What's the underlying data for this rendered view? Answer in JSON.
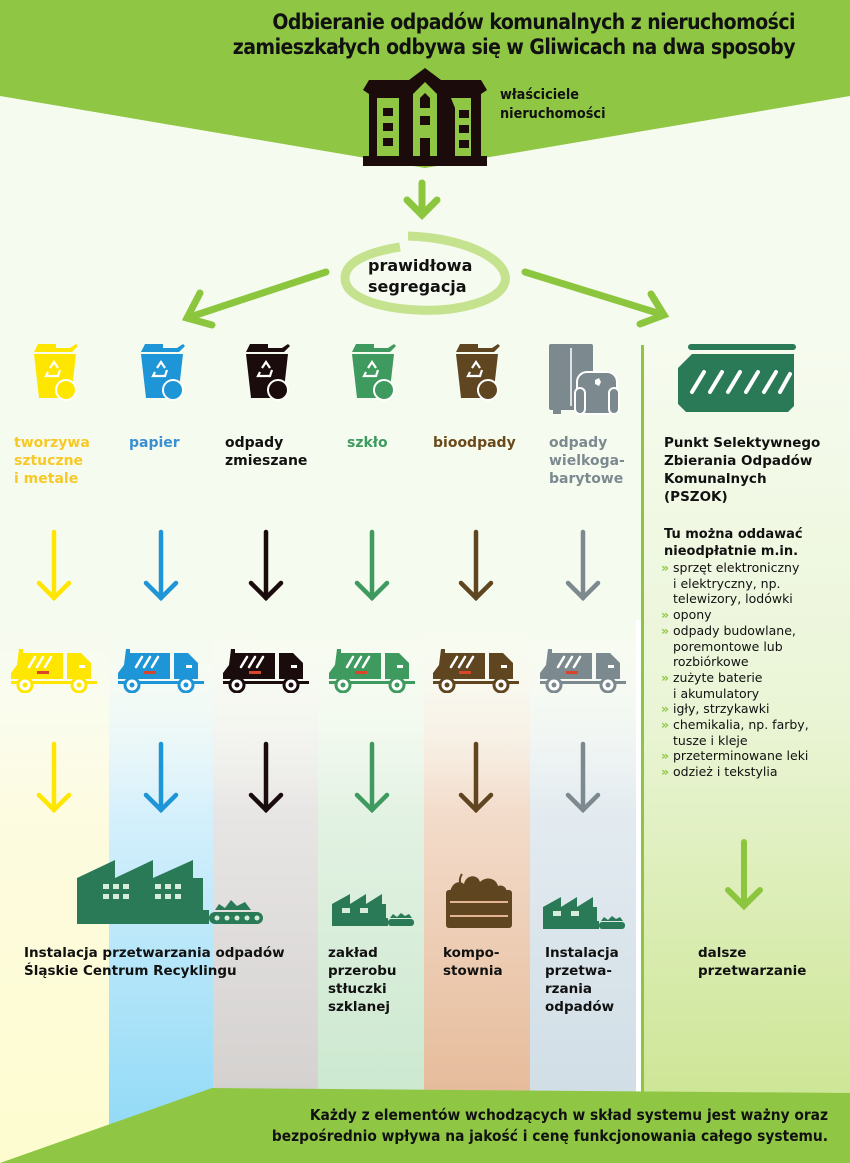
{
  "header": {
    "title_line1": "Odbieranie odpadów komunalnych z nieruchomości",
    "title_line2": "zamieszkałych odbywa się w Gliwicach na dwa sposoby",
    "owners_line1": "właściciele",
    "owners_line2": "nieruchomości"
  },
  "segregation": {
    "line1": "prawidłowa",
    "line2": "segregacja"
  },
  "categories": [
    {
      "id": "plastic",
      "lines": [
        "tworzywa",
        "sztuczne",
        "i metale"
      ],
      "color": "#f7c928",
      "icon_color": "#ffe600",
      "column_color": "#fdfbd2",
      "icon": "bin-icon"
    },
    {
      "id": "paper",
      "lines": [
        "papier"
      ],
      "color": "#3a8fd1",
      "icon_color": "#1e95d6",
      "column_color": "#8dd8f6",
      "icon": "bin-icon"
    },
    {
      "id": "mixed",
      "lines": [
        "odpady",
        "zmieszane"
      ],
      "color": "#111111",
      "icon_color": "#1a0c0c",
      "column_color": "#d0cdcb",
      "icon": "bin-icon"
    },
    {
      "id": "glass",
      "lines": [
        "szkło"
      ],
      "color": "#3e9a5e",
      "icon_color": "#3e9a5e",
      "column_color": "#c8e6cc",
      "icon": "bin-icon"
    },
    {
      "id": "bio",
      "lines": [
        "bioodpady"
      ],
      "color": "#6a4a1a",
      "icon_color": "#5f4621",
      "column_color": "#e4b592",
      "icon": "bin-icon"
    },
    {
      "id": "bulky",
      "lines": [
        "odpady",
        "wielkoga-",
        "barytowe"
      ],
      "color": "#7c8a90",
      "icon_color": "#7c8a90",
      "column_color": "#cddbe3",
      "icon": "furniture-icon"
    }
  ],
  "destinations": [
    {
      "id": "recycling-center",
      "lines": [
        "Instalacja przetwarzania odpadów",
        "Śląskie Centrum Recyklingu"
      ]
    },
    {
      "id": "glass-plant",
      "lines": [
        "zakład",
        "przerobu",
        "stłuczki",
        "szklanej"
      ]
    },
    {
      "id": "composting",
      "lines": [
        "kompo-",
        "stownia"
      ]
    },
    {
      "id": "bulky-installation",
      "lines": [
        "Instalacja",
        "przetwa-",
        "rzania",
        "odpadów"
      ]
    }
  ],
  "pszok": {
    "title_lines": [
      "Punkt Selektywnego",
      "Zbierania Odpadów",
      "Komunalnych",
      "(PSZOK)"
    ],
    "subtitle_lines": [
      "Tu można oddawać",
      "nieodpłatnie m.in."
    ],
    "bullet": "»",
    "items": [
      [
        "sprzęt elektroniczny",
        "i elektryczny, np.",
        "telewizory, lodówki"
      ],
      [
        "opony"
      ],
      [
        "odpady budowlane,",
        "poremontowe lub",
        "rozbiórkowe"
      ],
      [
        "zużyte baterie",
        "i akumulatory"
      ],
      [
        "igły, strzykawki"
      ],
      [
        "chemikalia, np. farby,",
        "tusze i kleje"
      ],
      [
        "przeterminowane leki"
      ],
      [
        "odzież i tekstylia"
      ]
    ],
    "destination_lines": [
      "dalsze",
      "przetwarzanie"
    ]
  },
  "footer": {
    "line1": "Każdy z elementów wchodzących w skład systemu jest ważny oraz",
    "line2": "bezpośrednio wpływa na jakość i cenę funkcjonowania całego systemu."
  },
  "colors": {
    "brand_green": "#8cc63f",
    "header_green": "#8fc744",
    "light_green": "#c9e39a",
    "factory_green": "#2a7a58"
  }
}
